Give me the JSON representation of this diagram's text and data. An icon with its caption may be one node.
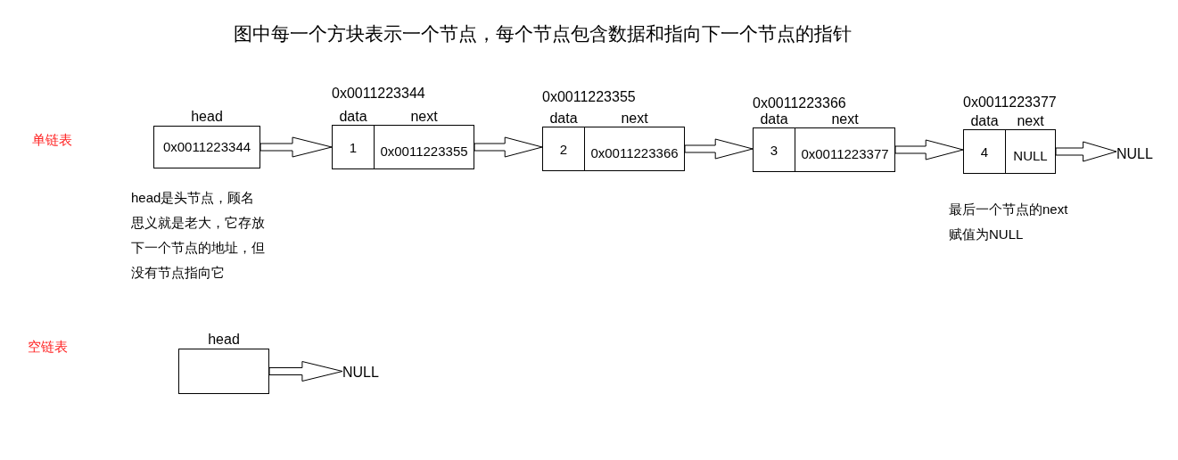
{
  "diagram": {
    "title": "图中每一个方块表示一个节点，每个节点包含数据和指向下一个节点的指针",
    "nodes": [
      {
        "text": [
          "head",
          "0x0011223344"
        ],
        "beside": [
          "head是头节点，顾名思义就是老大，它存放下一个节点的地址，但没有节点指向它"
        ]
      },
      {
        "text": [
          "0x0011223344"
        ]
      },
      {
        "text": [
          "data",
          "1"
        ],
        "in": 1
      },
      {
        "text": [
          "next",
          "0x0011223355"
        ],
        "in": 1
      },
      {
        "text": [
          "0x0011223355"
        ]
      },
      {
        "text": [
          "data",
          "2"
        ],
        "in": 4
      },
      {
        "text": [
          "next",
          "0x0011223366"
        ],
        "in": 4
      },
      {
        "text": [
          "0x0011223366"
        ]
      },
      {
        "text": [
          "data",
          "3"
        ],
        "in": 7
      },
      {
        "text": [
          "next",
          "0x0011223377"
        ],
        "in": 7
      },
      {
        "text": [
          "0x0011223377"
        ],
        "beside": [
          "最后一个节点的next赋值为NULL"
        ]
      },
      {
        "text": [
          "data",
          "4"
        ],
        "in": 10
      },
      {
        "text": [
          "next",
          "NULL"
        ],
        "in": 10
      },
      {
        "text": [
          "NULL"
        ]
      },
      {
        "text": [
          "head"
        ]
      },
      {
        "text": [
          "NULL"
        ]
      }
    ],
    "edges": [
      {
        "from": 0,
        "to": 1,
        "arrow": "to"
      },
      {
        "from": 3,
        "to": 4,
        "arrow": "to"
      },
      {
        "from": 6,
        "to": 7,
        "arrow": "to"
      },
      {
        "from": 9,
        "to": 10,
        "arrow": "to"
      },
      {
        "from": 12,
        "to": 13,
        "arrow": "to"
      },
      {
        "from": 14,
        "to": 15,
        "arrow": "to"
      }
    ],
    "labels": [
      "单链表",
      "空链表"
    ]
  }
}
